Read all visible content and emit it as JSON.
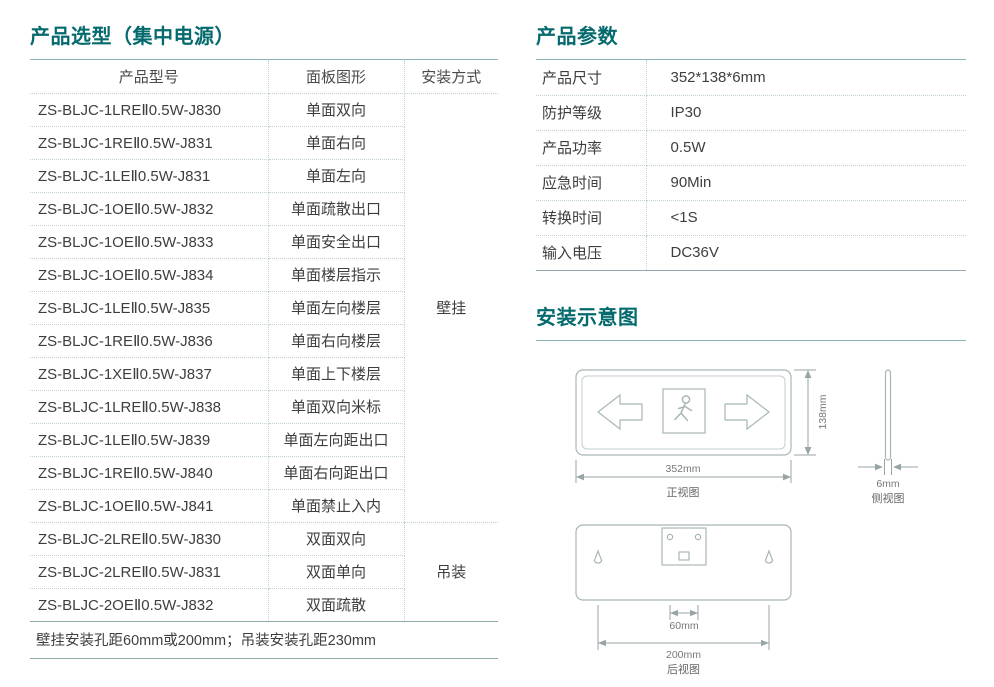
{
  "selection": {
    "title": "产品选型（集中电源）",
    "columns": [
      "产品型号",
      "面板图形",
      "安装方式"
    ],
    "rows": [
      {
        "model": "ZS-BLJC-1LREⅡ0.5W-J830",
        "panel": "单面双向"
      },
      {
        "model": "ZS-BLJC-1REⅡ0.5W-J831",
        "panel": "单面右向"
      },
      {
        "model": "ZS-BLJC-1LEⅡ0.5W-J831",
        "panel": "单面左向"
      },
      {
        "model": "ZS-BLJC-1OEⅡ0.5W-J832",
        "panel": "单面疏散出口"
      },
      {
        "model": "ZS-BLJC-1OEⅡ0.5W-J833",
        "panel": "单面安全出口"
      },
      {
        "model": "ZS-BLJC-1OEⅡ0.5W-J834",
        "panel": "单面楼层指示"
      },
      {
        "model": "ZS-BLJC-1LEⅡ0.5W-J835",
        "panel": "单面左向楼层"
      },
      {
        "model": "ZS-BLJC-1REⅡ0.5W-J836",
        "panel": "单面右向楼层"
      },
      {
        "model": "ZS-BLJC-1XEⅡ0.5W-J837",
        "panel": "单面上下楼层"
      },
      {
        "model": "ZS-BLJC-1LREⅡ0.5W-J838",
        "panel": "单面双向米标"
      },
      {
        "model": "ZS-BLJC-1LEⅡ0.5W-J839",
        "panel": "单面左向距出口"
      },
      {
        "model": "ZS-BLJC-1REⅡ0.5W-J840",
        "panel": "单面右向距出口"
      },
      {
        "model": "ZS-BLJC-1OEⅡ0.5W-J841",
        "panel": "单面禁止入内"
      },
      {
        "model": "ZS-BLJC-2LREⅡ0.5W-J830",
        "panel": "双面双向"
      },
      {
        "model": "ZS-BLJC-2LREⅡ0.5W-J831",
        "panel": "双面单向"
      },
      {
        "model": "ZS-BLJC-2OEⅡ0.5W-J832",
        "panel": "双面疏散"
      }
    ],
    "wall_mount_rows": 13,
    "mount_wall": "壁挂",
    "mount_ceiling": "吊装",
    "footnote": "壁挂安装孔距60mm或200mm；吊装安装孔距230mm"
  },
  "parameters": {
    "title": "产品参数",
    "rows": [
      {
        "label": "产品尺寸",
        "value": "352*138*6mm"
      },
      {
        "label": "防护等级",
        "value": "IP30"
      },
      {
        "label": "产品功率",
        "value": "0.5W"
      },
      {
        "label": "应急时间",
        "value": "90Min"
      },
      {
        "label": "转换时间",
        "value": "<1S"
      },
      {
        "label": "输入电压",
        "value": "DC36V"
      }
    ]
  },
  "installation": {
    "title": "安装示意图",
    "front": {
      "width_label": "352mm",
      "height_label": "138mm",
      "caption": "正视图"
    },
    "side": {
      "thickness_label": "6mm",
      "caption": "侧视图"
    },
    "back": {
      "inner_label": "60mm",
      "outer_label": "200mm",
      "caption": "后视图"
    }
  },
  "colors": {
    "accent": "#046a6d",
    "title_rule": "#8fb5b8",
    "dotted_border": "#c2d2d4",
    "solid_border": "#93a8aa"
  }
}
